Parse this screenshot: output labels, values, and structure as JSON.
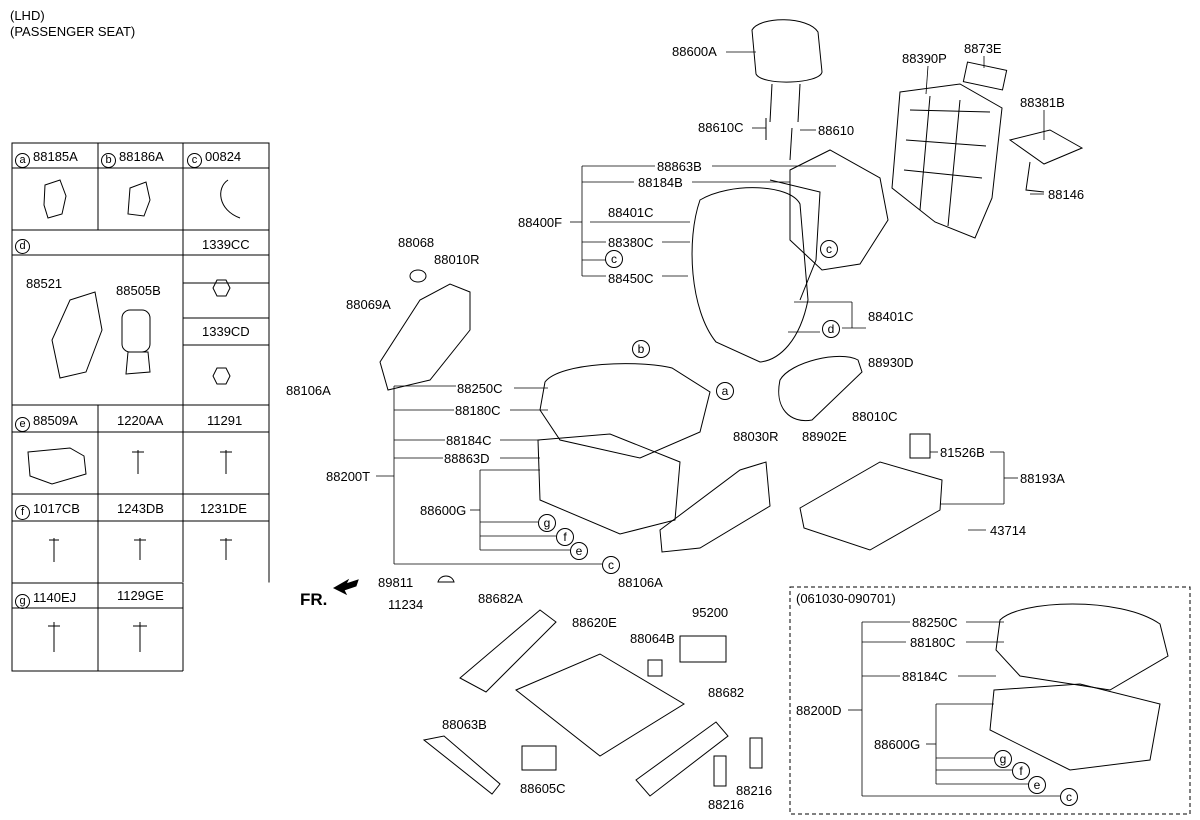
{
  "header": {
    "line1": "(LHD)",
    "line2": "(PASSENGER SEAT)"
  },
  "legend_table": {
    "a": {
      "key": "a",
      "part": "88185A"
    },
    "b": {
      "key": "b",
      "part": "88186A"
    },
    "c": {
      "key": "c",
      "part": "00824"
    },
    "d": {
      "key": "d",
      "part1": "88521",
      "part2": "88505B",
      "side1": "1339CC",
      "side2": "1339CD"
    },
    "e": {
      "key": "e",
      "part": "88509A",
      "mid": "1220AA",
      "right": "11291"
    },
    "f": {
      "key": "f",
      "part": "1017CB",
      "mid": "1243DB",
      "right": "1231DE"
    },
    "g": {
      "key": "g",
      "part": "1140EJ",
      "mid": "1129GE"
    }
  },
  "labels": {
    "p88600A": "88600A",
    "p88610C": "88610C",
    "p88610": "88610",
    "p88390P": "88390P",
    "p8873E": "8873E",
    "p88381B": "88381B",
    "p88146": "88146",
    "p88863B": "88863B",
    "p88184B": "88184B",
    "p88400F": "88400F",
    "p88401C_a": "88401C",
    "p88380C": "88380C",
    "p88450C": "88450C",
    "p88068": "88068",
    "p88010R": "88010R",
    "p88069A": "88069A",
    "p88106A_a": "88106A",
    "p88401C_b": "88401C",
    "p88930D": "88930D",
    "p88010C": "88010C",
    "p88902E": "88902E",
    "p88250C": "88250C",
    "p88180C": "88180C",
    "p88184C": "88184C",
    "p88863D": "88863D",
    "p88200T": "88200T",
    "p88600G": "88600G",
    "p88030R": "88030R",
    "p81526B": "81526B",
    "p88193A": "88193A",
    "p43714": "43714",
    "p88106A_b": "88106A",
    "p89811": "89811",
    "p11234": "11234",
    "fr": "FR.",
    "p88682A": "88682A",
    "p88620E": "88620E",
    "p88064B": "88064B",
    "p95200": "95200",
    "p88682": "88682",
    "p88063B": "88063B",
    "p88605C": "88605C",
    "p88216_a": "88216",
    "p88216_b": "88216"
  },
  "inset": {
    "range": "(061030-090701)",
    "p88250C": "88250C",
    "p88180C": "88180C",
    "p88184C": "88184C",
    "p88200D": "88200D",
    "p88600G": "88600G"
  },
  "callouts": {
    "a": "a",
    "b": "b",
    "c": "c",
    "d": "d",
    "e": "e",
    "f": "f",
    "g": "g"
  }
}
